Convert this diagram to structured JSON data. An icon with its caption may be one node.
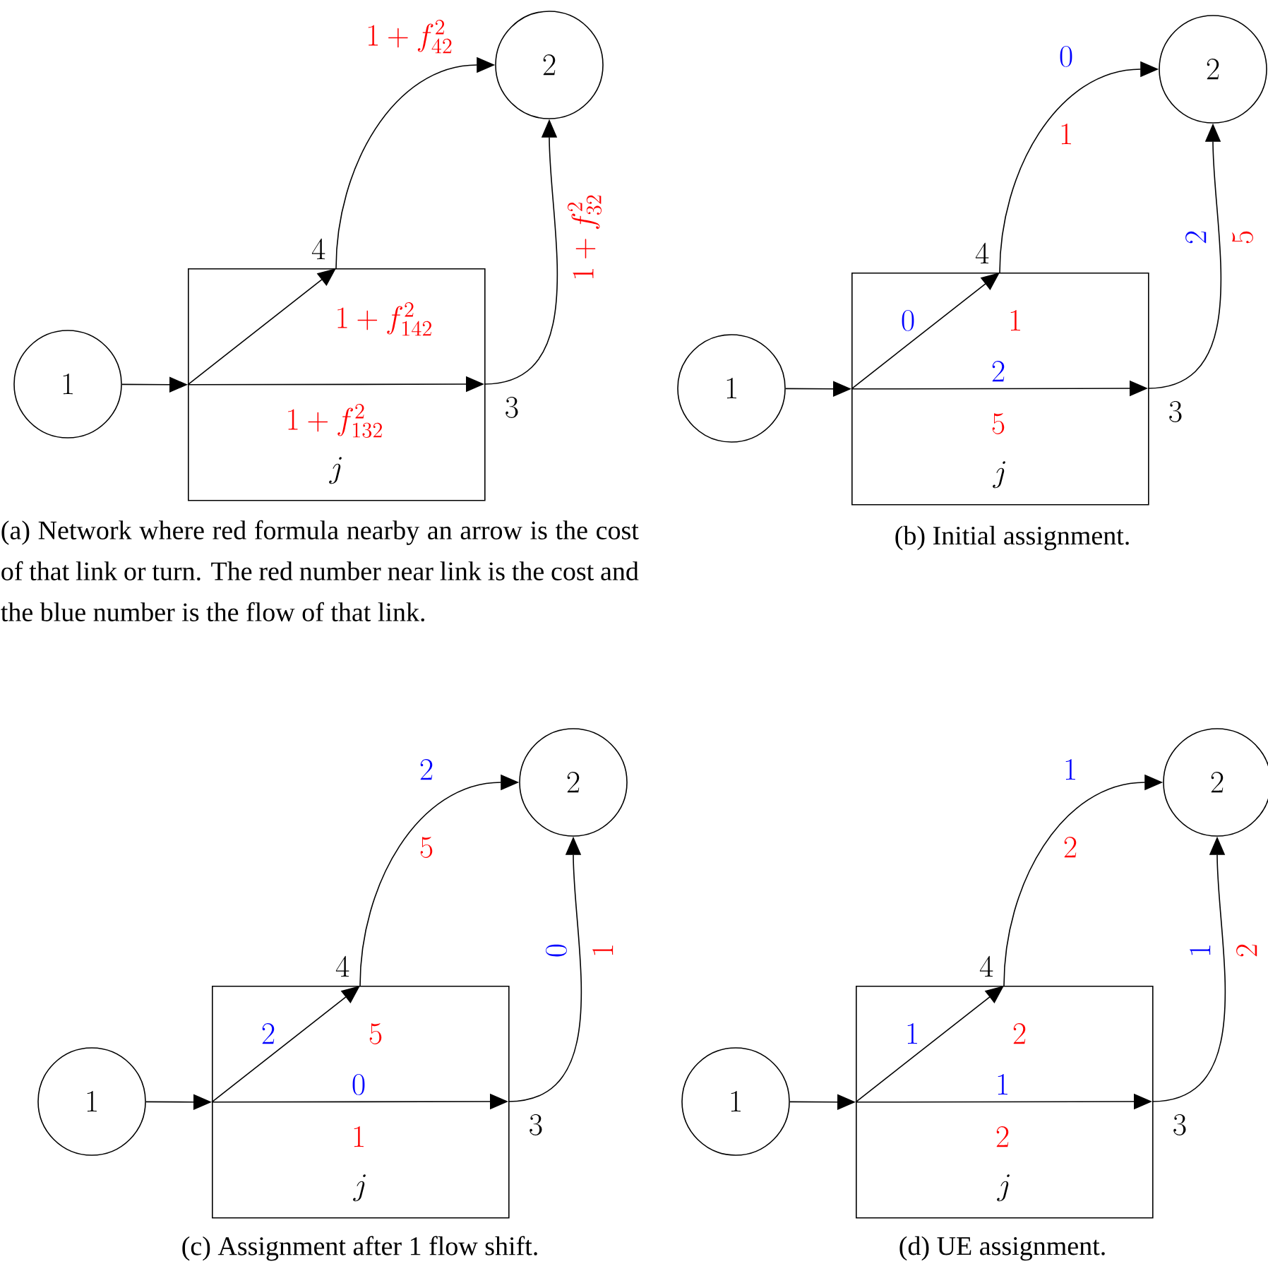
{
  "diagram": {
    "nodes": [
      {
        "text": [
          "1"
        ]
      },
      {
        "text": [
          "j"
        ]
      },
      {
        "text": [
          "4"
        ]
      },
      {
        "text": [
          "3"
        ]
      },
      {
        "text": [
          "2"
        ]
      },
      {
        "text": [
          "1"
        ]
      },
      {
        "text": [
          "j"
        ]
      },
      {
        "text": [
          "4"
        ]
      },
      {
        "text": [
          "3"
        ]
      },
      {
        "text": [
          "2"
        ]
      },
      {
        "text": [
          "1"
        ]
      },
      {
        "text": [
          "j"
        ]
      },
      {
        "text": [
          "4"
        ]
      },
      {
        "text": [
          "3"
        ]
      },
      {
        "text": [
          "2"
        ]
      },
      {
        "text": [
          "1"
        ]
      },
      {
        "text": [
          "j"
        ]
      },
      {
        "text": [
          "4"
        ]
      },
      {
        "text": [
          "3"
        ]
      },
      {
        "text": [
          "2"
        ]
      }
    ],
    "edges": [
      {
        "from": 0,
        "to": 1,
        "arrow": "to"
      },
      {
        "from": 1,
        "to": 2,
        "arrow": "to",
        "label": "1+f_{142}^2"
      },
      {
        "from": 1,
        "to": 3,
        "arrow": "to",
        "label": "1+f_{132}^2"
      },
      {
        "from": 2,
        "to": 4,
        "arrow": "to",
        "label": "1+f_{42}^2"
      },
      {
        "from": 3,
        "to": 4,
        "arrow": "to",
        "label": "1+f_{32}^2"
      },
      {
        "from": 5,
        "to": 6,
        "arrow": "to"
      },
      {
        "from": 6,
        "to": 7,
        "arrow": "to",
        "label": "1"
      },
      {
        "from": 6,
        "to": 8,
        "arrow": "to",
        "label": "5"
      },
      {
        "from": 7,
        "to": 9,
        "arrow": "to",
        "label": "1"
      },
      {
        "from": 8,
        "to": 9,
        "arrow": "to",
        "label": "5"
      },
      {
        "from": 10,
        "to": 11,
        "arrow": "to"
      },
      {
        "from": 11,
        "to": 12,
        "arrow": "to",
        "label": "5"
      },
      {
        "from": 11,
        "to": 13,
        "arrow": "to",
        "label": "1"
      },
      {
        "from": 12,
        "to": 14,
        "arrow": "to",
        "label": "5"
      },
      {
        "from": 13,
        "to": 14,
        "arrow": "to",
        "label": "1"
      },
      {
        "from": 15,
        "to": 16,
        "arrow": "to"
      },
      {
        "from": 16,
        "to": 17,
        "arrow": "to",
        "label": "2"
      },
      {
        "from": 16,
        "to": 18,
        "arrow": "to",
        "label": "2"
      },
      {
        "from": 17,
        "to": 19,
        "arrow": "to",
        "label": "2"
      },
      {
        "from": 18,
        "to": 19,
        "arrow": "to",
        "label": "2"
      }
    ],
    "labels": [
      "0",
      "2",
      "0",
      "2",
      "(a) Network where red formula nearby an arrow is the cost of that link or turn. The red number near link is the cost and the blue number is the flow of that link.",
      "(b) Initial assignment.",
      "2",
      "0",
      "2",
      "0",
      "1",
      "1",
      "1",
      "1",
      "(c) Assignment after 1 flow shift.",
      "(d) UE assignment."
    ]
  }
}
